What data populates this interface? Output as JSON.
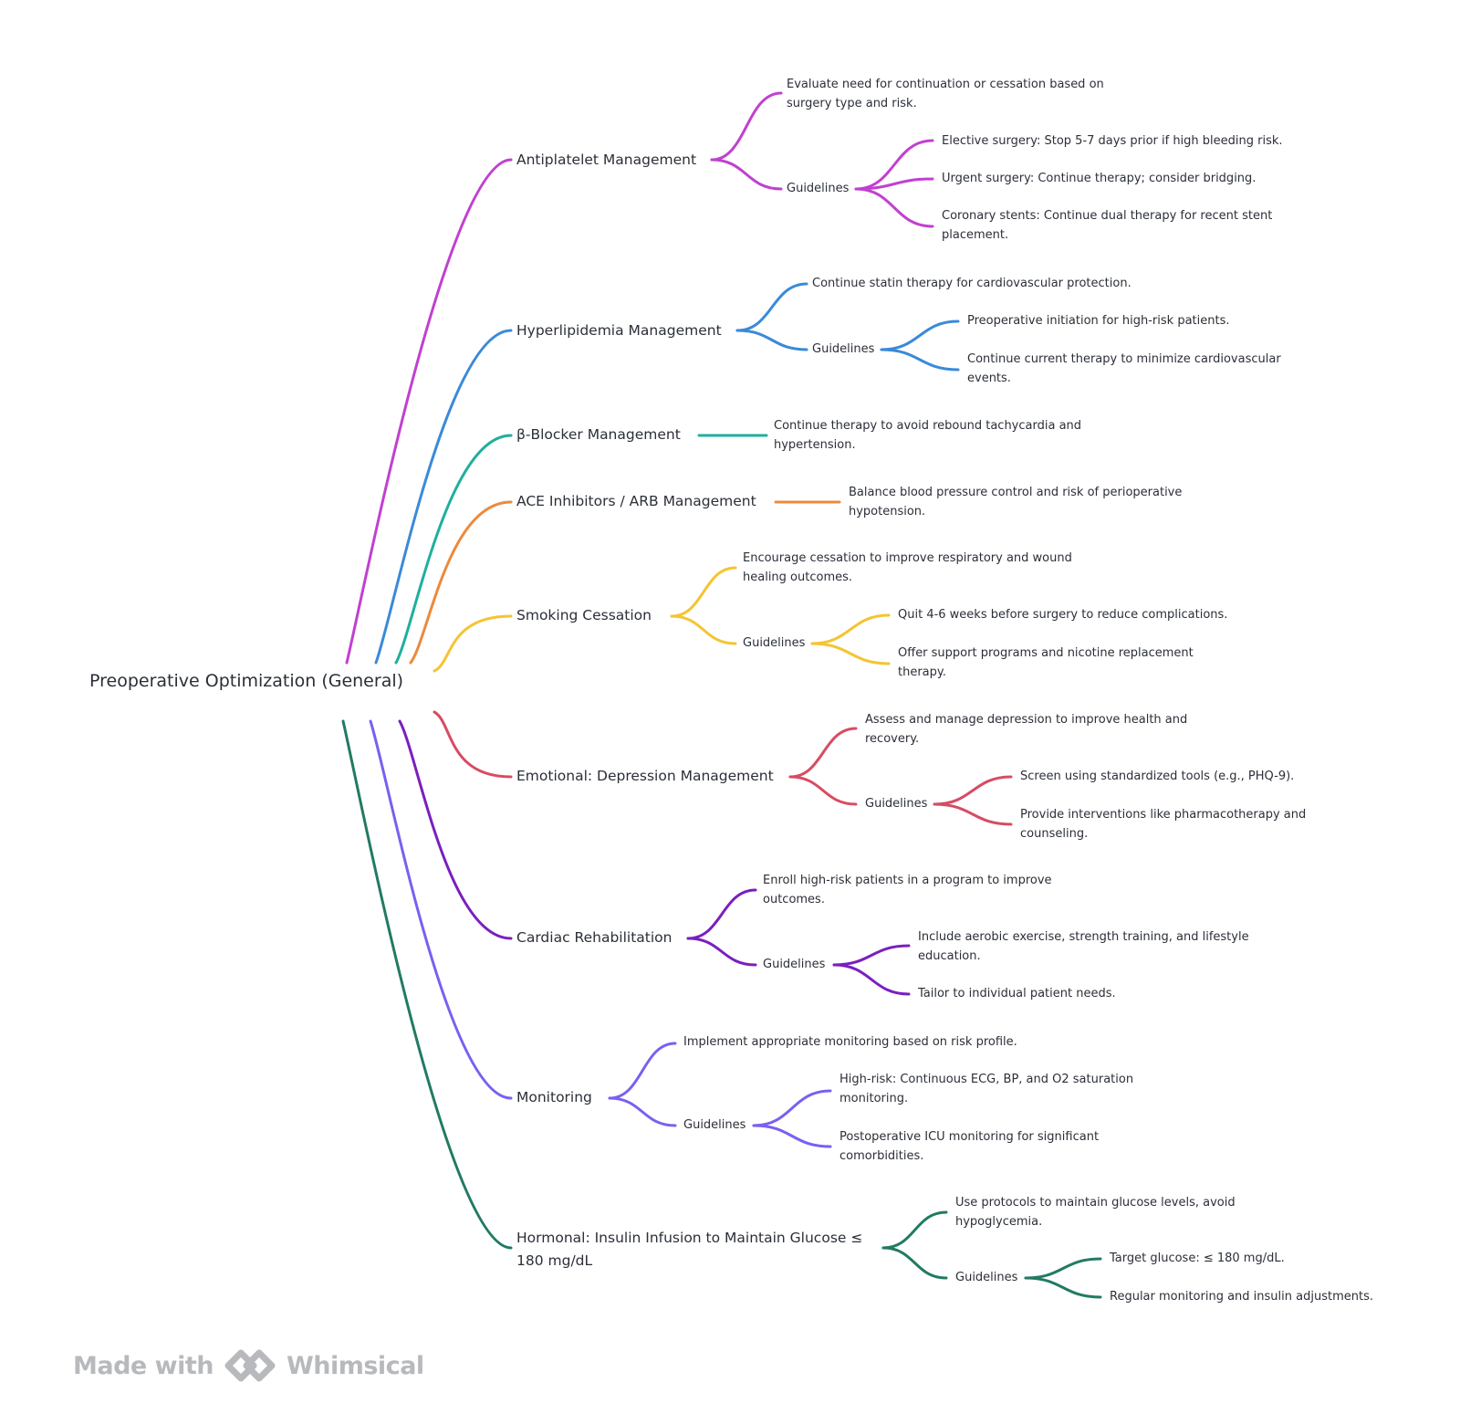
{
  "root": {
    "label": "Preoperative Optimization (General)"
  },
  "branches": [
    {
      "id": "antiplatelet",
      "color": "#c140d0",
      "label": "Antiplatelet Management",
      "summary": "Evaluate need for continuation or cessation based on surgery type and risk.",
      "guidelines_label": "Guidelines",
      "guidelines": [
        "Elective surgery: Stop 5-7 days prior if high bleeding risk.",
        "Urgent surgery: Continue therapy; consider bridging.",
        "Coronary stents: Continue dual therapy for recent stent placement."
      ]
    },
    {
      "id": "hyperlipidemia",
      "color": "#3a8ad8",
      "label": "Hyperlipidemia Management",
      "summary": "Continue statin therapy for cardiovascular protection.",
      "guidelines_label": "Guidelines",
      "guidelines": [
        "Preoperative initiation for high-risk patients.",
        "Continue current therapy to minimize cardiovascular events."
      ]
    },
    {
      "id": "beta-blocker",
      "color": "#1faf9d",
      "label": "β-Blocker Management",
      "summary": "Continue therapy to avoid rebound tachycardia and hypertension."
    },
    {
      "id": "ace-arb",
      "color": "#ec8a3c",
      "label": "ACE Inhibitors / ARB Management",
      "summary": "Balance blood pressure control and risk of perioperative hypotension."
    },
    {
      "id": "smoking",
      "color": "#f4c432",
      "label": "Smoking Cessation",
      "summary": "Encourage cessation to improve respiratory and wound healing outcomes.",
      "guidelines_label": "Guidelines",
      "guidelines": [
        "Quit 4-6 weeks before surgery to reduce complications.",
        "Offer support programs and nicotine replacement therapy."
      ]
    },
    {
      "id": "depression",
      "color": "#d74c63",
      "label": "Emotional: Depression Management",
      "summary": "Assess and manage depression to improve health and recovery.",
      "guidelines_label": "Guidelines",
      "guidelines": [
        "Screen using standardized tools (e.g., PHQ-9).",
        "Provide interventions like pharmacotherapy and counseling."
      ]
    },
    {
      "id": "cardiac-rehab",
      "color": "#7a1fbf",
      "label": "Cardiac Rehabilitation",
      "summary": "Enroll high-risk patients in a program to improve outcomes.",
      "guidelines_label": "Guidelines",
      "guidelines": [
        "Include aerobic exercise, strength training, and lifestyle education.",
        "Tailor to individual patient needs."
      ]
    },
    {
      "id": "monitoring",
      "color": "#7b5ff0",
      "label": "Monitoring",
      "summary": "Implement appropriate monitoring based on risk profile.",
      "guidelines_label": "Guidelines",
      "guidelines": [
        "High-risk: Continuous ECG, BP, and O2 saturation monitoring.",
        "Postoperative ICU monitoring for significant comorbidities."
      ]
    },
    {
      "id": "insulin",
      "color": "#227a63",
      "label": "Hormonal: Insulin Infusion to Maintain Glucose ≤ 180 mg/dL",
      "summary": "Use protocols to maintain glucose levels, avoid hypoglycemia.",
      "guidelines_label": "Guidelines",
      "guidelines": [
        "Target glucose: ≤ 180 mg/dL.",
        "Regular monitoring and insulin adjustments."
      ]
    }
  ],
  "watermark": {
    "text_before": "Made with",
    "brand": "Whimsical"
  }
}
